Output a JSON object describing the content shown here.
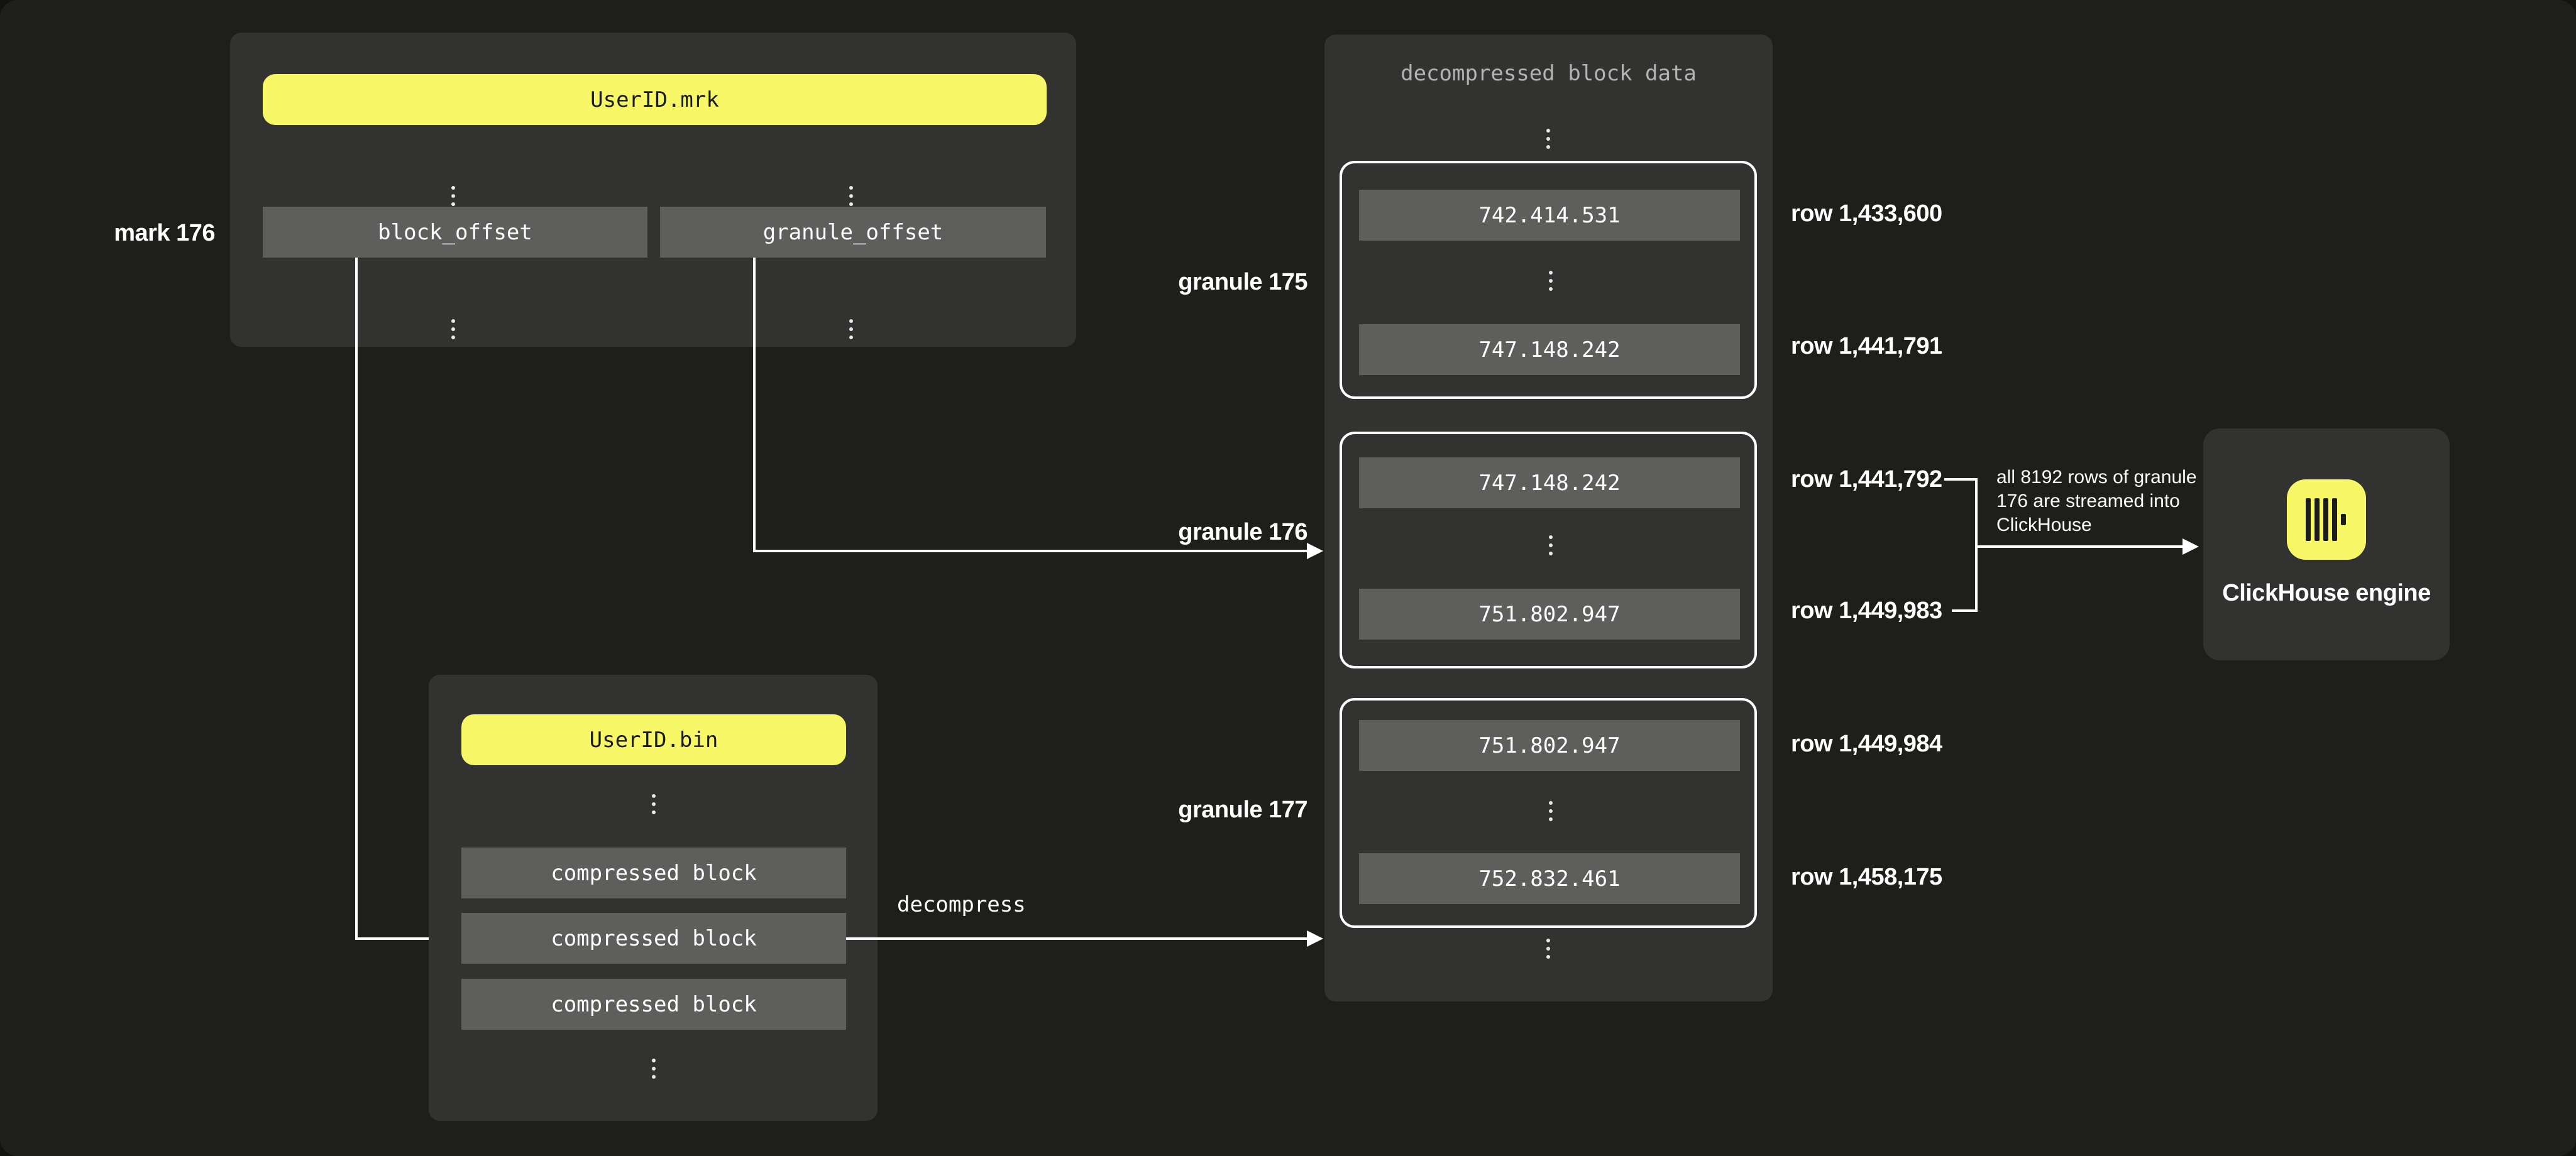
{
  "colors": {
    "background": "#1e1f1a",
    "panel": "#323231",
    "cell_gray": "#5e5f5d",
    "accent_yellow": "#f8f767",
    "line_white": "#ffffff",
    "muted_text": "#b3b3b3"
  },
  "mrk_file": {
    "title": "UserID.mrk",
    "mark_label": "mark 176",
    "fields": {
      "block_offset": "block_offset",
      "granule_offset": "granule_offset"
    }
  },
  "bin_file": {
    "title": "UserID.bin",
    "block1": "compressed block",
    "block2": "compressed block",
    "block3": "compressed block"
  },
  "decompress_label": "decompress",
  "decompressed": {
    "title": "decompressed block data",
    "granule175": {
      "label": "granule 175",
      "first_value": "742.414.531",
      "last_value": "747.148.242",
      "first_row": "row 1,433,600",
      "last_row": "row 1,441,791"
    },
    "granule176": {
      "label": "granule 176",
      "first_value": "747.148.242",
      "last_value": "751.802.947",
      "first_row": "row 1,441,792",
      "last_row": "row 1,449,983"
    },
    "granule177": {
      "label": "granule 177",
      "first_value": "751.802.947",
      "last_value": "752.832.461",
      "first_row": "row 1,449,984",
      "last_row": "row 1,458,175"
    }
  },
  "annotation": {
    "line1": "all 8192 rows of granule",
    "line2": "176 are streamed into",
    "line3": "ClickHouse"
  },
  "engine": {
    "label": "ClickHouse engine"
  }
}
